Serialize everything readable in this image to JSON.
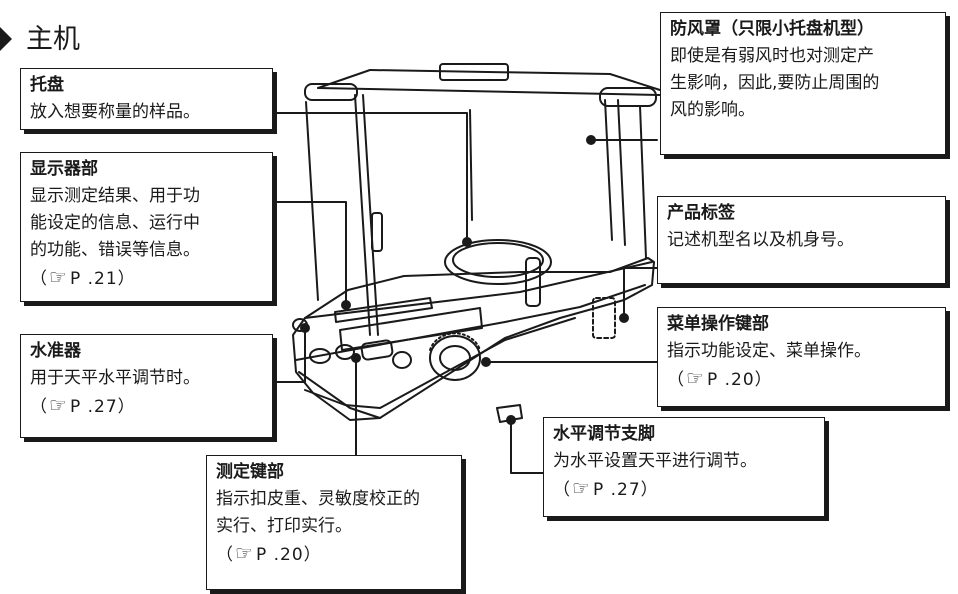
{
  "title": "主机",
  "ref_icon": "pointing-hand-reference-icon",
  "callouts": {
    "tray": {
      "heading": "托盘",
      "lines": [
        "放入想要称量的样品。"
      ]
    },
    "draft_shield": {
      "heading": "防风罩（只限小托盘机型）",
      "lines": [
        "即使是有弱风时也对测定产",
        "生影响，因此,要防止周围的",
        "风的影响。"
      ]
    },
    "display": {
      "heading": "显示器部",
      "lines": [
        "显示测定结果、用于功",
        "能设定的信息、运行中",
        "的功能、错误等信息。"
      ],
      "ref_open": "（",
      "ref_page": "P .21",
      "ref_close": "）"
    },
    "product_label": {
      "heading": "产品标签",
      "lines": [
        "记述机型名以及机身号。"
      ]
    },
    "menu_keys": {
      "heading": "菜单操作键部",
      "lines": [
        "指示功能设定、菜单操作。"
      ],
      "ref_open": "（",
      "ref_page": "P .20",
      "ref_close": "）"
    },
    "level": {
      "heading": "水准器",
      "lines": [
        "用于天平水平调节时。"
      ],
      "ref_open": "（",
      "ref_page": "P .27",
      "ref_close": "）"
    },
    "leveling_foot": {
      "heading": "水平调节支脚",
      "lines": [
        "为水平设置天平进行调节。"
      ],
      "ref_open": "（",
      "ref_page": "P .27",
      "ref_close": "）"
    },
    "measure_keys": {
      "heading": "测定键部",
      "lines": [
        "指示扣皮重、灵敏度校正的",
        "实行、打印实行。"
      ],
      "ref_open": "（",
      "ref_page": "P .20",
      "ref_close": "）"
    }
  }
}
